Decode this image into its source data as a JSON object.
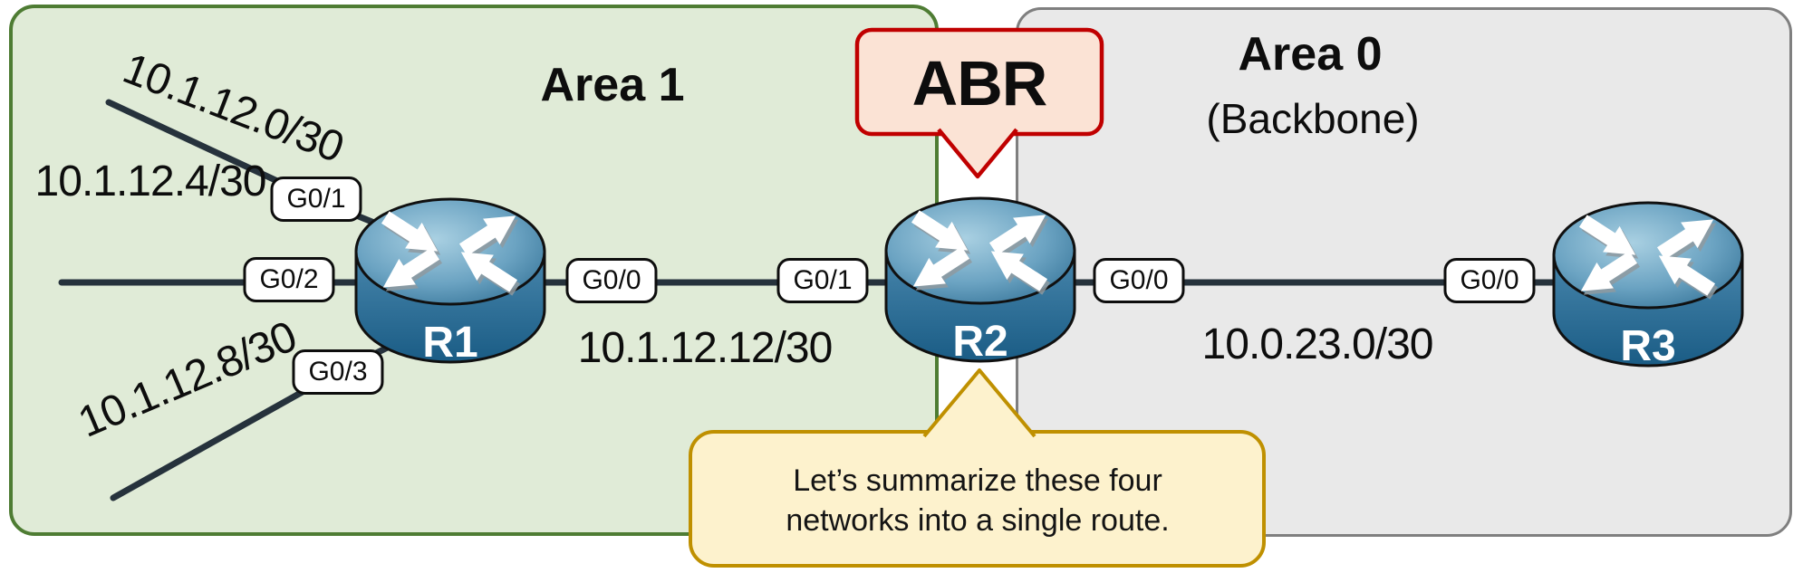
{
  "areas": {
    "area1": {
      "title": "Area 1"
    },
    "area0": {
      "title": "Area 0",
      "subtitle": "(Backbone)"
    }
  },
  "routers": {
    "r1": {
      "name": "R1"
    },
    "r2": {
      "name": "R2"
    },
    "r3": {
      "name": "R3"
    }
  },
  "interfaces": {
    "r1_g01": "G0/1",
    "r1_g02": "G0/2",
    "r1_g03": "G0/3",
    "r1_g00": "G0/0",
    "r2_g01": "G0/1",
    "r2_g00": "G0/0",
    "r3_g00": "G0/0"
  },
  "networks": {
    "n_12_0": "10.1.12.0/30",
    "n_12_4": "10.1.12.4/30",
    "n_12_8": "10.1.12.8/30",
    "n_12_12": "10.1.12.12/30",
    "n_23_0": "10.0.23.0/30"
  },
  "callouts": {
    "abr": {
      "label": "ABR"
    },
    "summary": {
      "line1": "Let’s summarize these four",
      "line2": "networks into a single route."
    }
  },
  "colors": {
    "area1_fill": "#e0ebd7",
    "area1_border": "#4e7c33",
    "area0_fill": "#e9e9e9",
    "area0_border": "#7f7f7f",
    "link_line": "#26323c",
    "abr_fill": "#fbe3d5",
    "abr_border": "#c00000",
    "summary_fill": "#fdf2cd",
    "summary_border": "#bf9000",
    "router_blue_dark": "#1a5c85",
    "router_blue_light": "#a9d0e2"
  }
}
